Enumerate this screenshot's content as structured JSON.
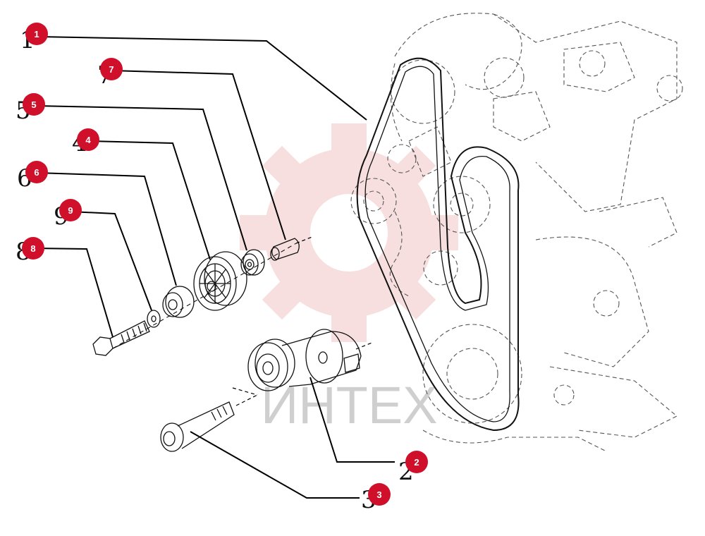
{
  "colors": {
    "callout": "#d0102b",
    "watermark_gear": "#f4c6c6",
    "watermark_text": "#cfcfcf"
  },
  "watermark": {
    "text": "ИНТЕХ"
  },
  "callouts": [
    {
      "id": "1",
      "label": "1"
    },
    {
      "id": "2",
      "label": "2"
    },
    {
      "id": "3",
      "label": "3"
    },
    {
      "id": "4",
      "label": "4"
    },
    {
      "id": "5",
      "label": "5"
    },
    {
      "id": "6",
      "label": "6"
    },
    {
      "id": "7",
      "label": "7"
    },
    {
      "id": "8",
      "label": "8"
    },
    {
      "id": "9",
      "label": "9"
    }
  ]
}
